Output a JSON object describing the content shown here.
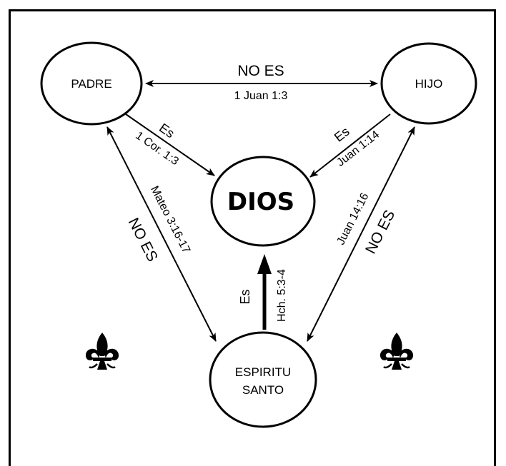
{
  "nodes": {
    "padre": "PADRE",
    "hijo": "HIJO",
    "dios": "DIOS",
    "espiritu_line1": "ESPIRITU",
    "espiritu_line2": "SANTO"
  },
  "edges": {
    "padre_hijo": {
      "relation": "NO ES",
      "reference": "1 Juan 1:3"
    },
    "padre_dios": {
      "relation": "Es",
      "reference": "1 Cor. 1:3"
    },
    "hijo_dios": {
      "relation": "Es",
      "reference": "Juan 1:14"
    },
    "espiritu_dios": {
      "relation": "Es",
      "reference": "Hch. 5:3-4"
    },
    "padre_espiritu": {
      "relation": "NO ES",
      "reference": "Mateo 3:16-17"
    },
    "hijo_espiritu": {
      "relation": "NO ES",
      "reference": "Juan 14:16"
    }
  },
  "decorations": {
    "left": "fleur-de-lis-icon",
    "right": "fleur-de-lis-icon"
  }
}
